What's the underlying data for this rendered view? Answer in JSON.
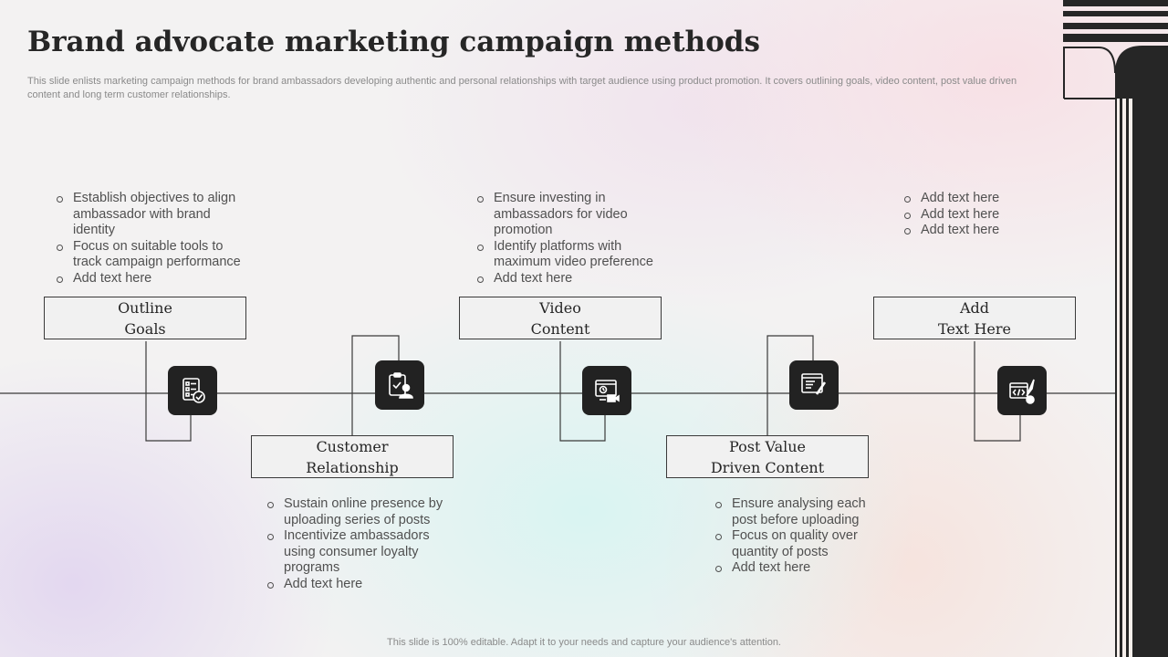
{
  "title": "Brand advocate marketing campaign methods",
  "subtitle": "This slide enlists marketing campaign methods for brand ambassadors developing authentic and personal relationships with target audience using product promotion. It covers outlining goals, video content, post value driven content and long term customer relationships.",
  "footer": "This slide is 100% editable. Adapt it to your needs and capture your audience's attention.",
  "colors": {
    "tile": "#222222",
    "line": "#3a3a3a",
    "box_fill": "#f1f1f1",
    "text": "#505050"
  },
  "steps": [
    {
      "label_line1": "Outline",
      "label_line2": "Goals",
      "icon": "checklist-icon",
      "bullets": [
        "Establish objectives to align ambassador with brand identity",
        "Focus on suitable tools to track campaign performance",
        "Add text here"
      ]
    },
    {
      "label_line1": "Customer",
      "label_line2": "Relationship",
      "icon": "clipboard-user-icon",
      "bullets": [
        "Sustain online presence by uploading series of posts",
        "Incentivize ambassadors using consumer loyalty programs",
        "Add text here"
      ]
    },
    {
      "label_line1": "Video",
      "label_line2": "Content",
      "icon": "video-screen-icon",
      "bullets": [
        "Ensure investing in ambassadors for video promotion",
        "Identify platforms with maximum video preference",
        "Add text here"
      ]
    },
    {
      "label_line1": "Post Value",
      "label_line2": "Driven Content",
      "icon": "web-content-icon",
      "bullets": [
        "Ensure analysing each post before uploading",
        "Focus on quality over quantity of posts",
        "Add text here"
      ]
    },
    {
      "label_line1": "Add",
      "label_line2": "Text Here",
      "icon": "code-rocket-icon",
      "bullets": [
        "Add text here",
        "Add text here",
        "Add text here"
      ]
    }
  ]
}
